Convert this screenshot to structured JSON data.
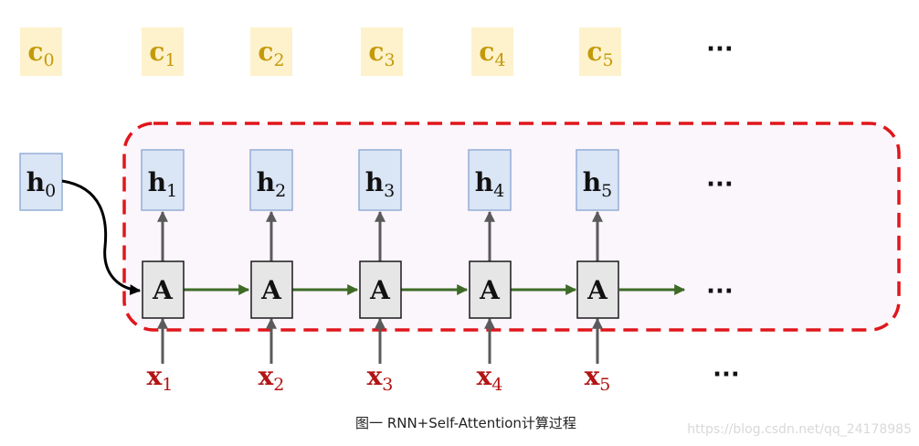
{
  "c_row": [
    {
      "base": "c",
      "sub": "0"
    },
    {
      "base": "c",
      "sub": "1"
    },
    {
      "base": "c",
      "sub": "2"
    },
    {
      "base": "c",
      "sub": "3"
    },
    {
      "base": "c",
      "sub": "4"
    },
    {
      "base": "c",
      "sub": "5"
    }
  ],
  "h_initial": {
    "base": "h",
    "sub": "0"
  },
  "h_row": [
    {
      "base": "h",
      "sub": "1"
    },
    {
      "base": "h",
      "sub": "2"
    },
    {
      "base": "h",
      "sub": "3"
    },
    {
      "base": "h",
      "sub": "4"
    },
    {
      "base": "h",
      "sub": "5"
    }
  ],
  "a_row": [
    "A",
    "A",
    "A",
    "A",
    "A"
  ],
  "x_row": [
    {
      "base": "x",
      "sub": "1"
    },
    {
      "base": "x",
      "sub": "2"
    },
    {
      "base": "x",
      "sub": "3"
    },
    {
      "base": "x",
      "sub": "4"
    },
    {
      "base": "x",
      "sub": "5"
    }
  ],
  "ellipsis": "···",
  "caption": "图一 RNN+Self-Attention计算过程",
  "watermark": "https://blog.csdn.net/qq_24178985",
  "colors": {
    "c_text": "#c49a0a",
    "c_box": "#fdf2cc",
    "h_box": "#dae5f5",
    "a_box": "#e6e6e6",
    "x_text": "#b31414",
    "dashed_region": "#e0161b",
    "region_fill": "#fbf5fc",
    "recurrent_arrow": "#3d6b26",
    "vertical_arrow": "#5a5a5a"
  },
  "icons": {
    "recurrent_arrow": "arrow-right-icon",
    "vertical_arrow": "arrow-up-icon",
    "h0_link": "curved-arrow-icon"
  }
}
